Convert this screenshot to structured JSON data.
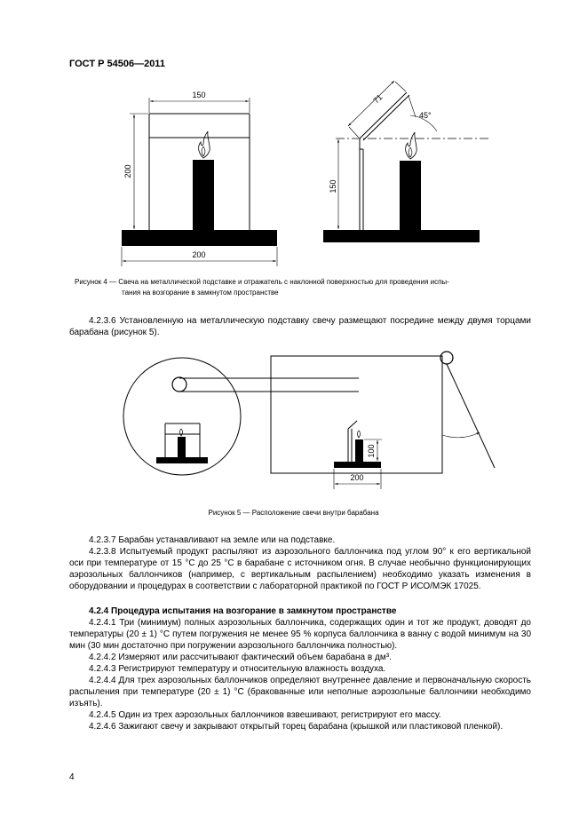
{
  "header": {
    "doc_id": "ГОСТ Р 54506—2011"
  },
  "figure4": {
    "dims": {
      "left_width": "150",
      "left_height": "200",
      "base_width": "200",
      "reflector_len": "71",
      "angle": "45°",
      "right_height": "150"
    },
    "caption_line1": "Рисунок  4 — Свеча на металлической подставке и отражатель с наклонной поверхностью для проведения испы-",
    "caption_line2": "тания на возгорание в замкнутом пространстве"
  },
  "para_4236": "4.2.3.6 Установленную на металлическую подставку свечу размещают посредине между двумя торцами барабана (рисунок 5).",
  "figure5": {
    "dims": {
      "height": "100",
      "width": "200"
    },
    "caption": "Рисунок 5 — Расположение свечи внутри барабана"
  },
  "paragraphs": [
    {
      "id": "p4237",
      "text": "4.2.3.7 Барабан устанавливают на земле или на подставке."
    },
    {
      "id": "p4238",
      "text": "4.2.3.8 Испытуемый продукт распыляют из аэрозольного баллончика под углом 90° к его вертикальной оси при температуре от 15 °С до 25 °С в барабане с источником огня. В случае необычно функционирующих аэрозольных баллончиков (например, с вертикальным распылением) необходимо указать изменения в оборудовании и процедурах в соответствии с лабораторной практикой по ГОСТ Р ИСО/МЭК 17025."
    },
    {
      "id": "p424",
      "text": "4.2.4 Процедура испытания на возгорание в замкнутом пространстве",
      "bold": true
    },
    {
      "id": "p4241",
      "text": "4.2.4.1 Три (минимум) полных аэрозольных баллончика, содержащих один и тот же продукт, доводят до температуры (20 ± 1) °С путем погружения не менее 95 % корпуса баллончика в ванну с водой минимум на 30 мин (30 мин достаточно при погружении аэрозольного баллончика полностью)."
    },
    {
      "id": "p4242",
      "text": "4.2.4.2 Измеряют или рассчитывают фактический объем барабана в дм³."
    },
    {
      "id": "p4243",
      "text": "4.2.4.3 Регистрируют температуру и относительную влажность воздуха."
    },
    {
      "id": "p4244",
      "text": "4.2.4.4 Для трех аэрозольных баллончиков определяют внутреннее давление и первоначальную скорость распыления при температуре (20 ± 1) °С (бракованные или неполные аэрозольные баллончики необходимо изъять)."
    },
    {
      "id": "p4245",
      "text": "4.2.4.5 Один из трех аэрозольных баллончиков взвешивают, регистрируют его массу."
    },
    {
      "id": "p4246",
      "text": "4.2.4.6 Зажигают свечу и закрывают открытый торец барабана (крышкой или пластиковой пленкой)."
    }
  ],
  "page_number": "4"
}
